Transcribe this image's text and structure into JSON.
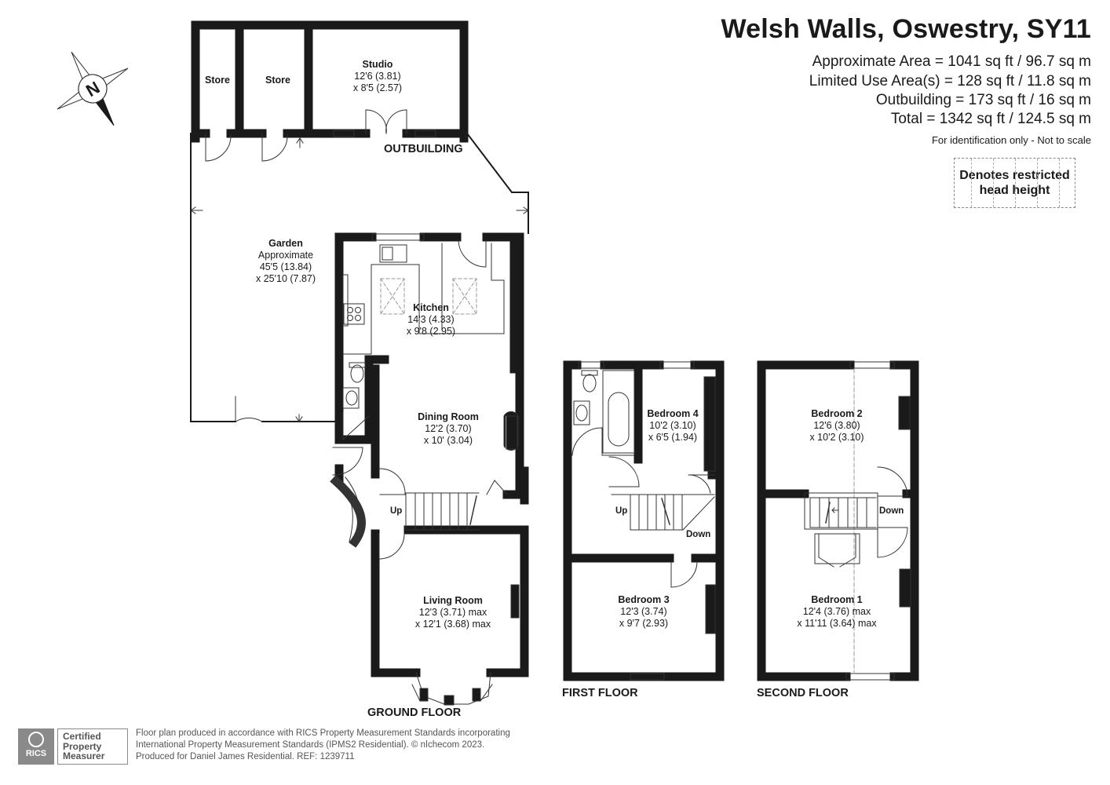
{
  "header": {
    "title": "Welsh Walls, Oswestry, SY11",
    "area_lines": [
      "Approximate Area = 1041 sq ft / 96.7 sq m",
      "Limited Use Area(s) = 128 sq ft / 11.8 sq m",
      "Outbuilding = 173 sq ft / 16 sq m",
      "Total = 1342 sq ft / 124.5 sq m"
    ],
    "identification": "For identification only - Not to scale",
    "restricted_legend": [
      "Denotes restricted",
      "head height"
    ]
  },
  "compass": {
    "letter": "N"
  },
  "rooms": {
    "store1": {
      "name": "Store"
    },
    "store2": {
      "name": "Store"
    },
    "studio": {
      "name": "Studio",
      "dim1": "12'6 (3.81)",
      "dim2": "x 8'5 (2.57)"
    },
    "garden": {
      "name": "Garden",
      "note": "Approximate",
      "dim1": "45'5 (13.84)",
      "dim2": "x 25'10 (7.87)"
    },
    "kitchen": {
      "name": "Kitchen",
      "dim1": "14'3 (4.33)",
      "dim2": "x 9'8 (2.95)"
    },
    "dining": {
      "name": "Dining Room",
      "dim1": "12'2 (3.70)",
      "dim2": "x 10' (3.04)"
    },
    "living": {
      "name": "Living Room",
      "dim1": "12'3 (3.71) max",
      "dim2": "x 12'1 (3.68) max"
    },
    "bedroom4": {
      "name": "Bedroom 4",
      "dim1": "10'2 (3.10)",
      "dim2": "x 6'5 (1.94)"
    },
    "bedroom3": {
      "name": "Bedroom 3",
      "dim1": "12'3 (3.74)",
      "dim2": "x 9'7 (2.93)"
    },
    "bedroom2": {
      "name": "Bedroom 2",
      "dim1": "12'6 (3.80)",
      "dim2": "x 10'2 (3.10)"
    },
    "bedroom1": {
      "name": "Bedroom 1",
      "dim1": "12'4 (3.76) max",
      "dim2": "x 11'11 (3.64) max"
    }
  },
  "floors": {
    "outbuilding": "OUTBUILDING",
    "ground": "GROUND FLOOR",
    "first": "FIRST FLOOR",
    "second": "SECOND FLOOR"
  },
  "stairs": {
    "ground_up": "Up",
    "first_up": "Up",
    "first_down": "Down",
    "second_down": "Down"
  },
  "footer": {
    "lines": [
      "Floor plan produced in accordance with RICS Property Measurement Standards incorporating",
      "International Property Measurement Standards (IPMS2 Residential).  © nǀchecom 2023.",
      "Produced for Daniel James Residential.   REF: 1239711"
    ],
    "rics_logo": "RICS",
    "badge": [
      "Certified",
      "Property",
      "Measurer"
    ]
  },
  "colors": {
    "wall": "#1a1a1a",
    "line": "#333333",
    "restricted": "#999999",
    "badge": "#8a8a8a"
  }
}
